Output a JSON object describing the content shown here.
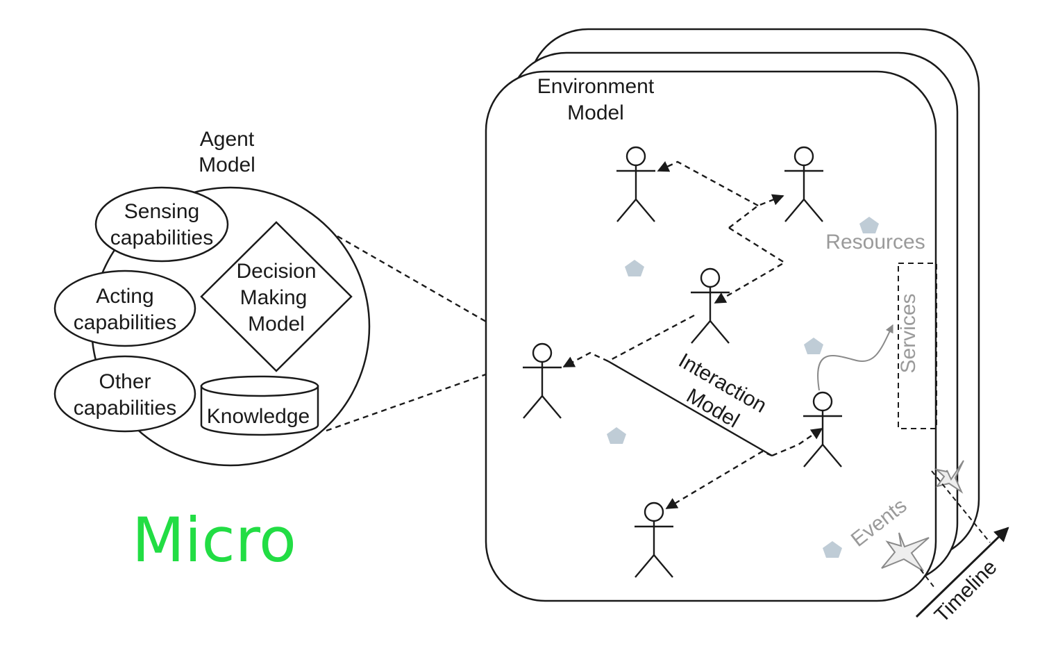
{
  "agent_model": {
    "title_line1": "Agent",
    "title_line2": "Model",
    "sensing_line1": "Sensing",
    "sensing_line2": "capabilities",
    "acting_line1": "Acting",
    "acting_line2": "capabilities",
    "other_line1": "Other",
    "other_line2": "capabilities",
    "decision_line1": "Decision",
    "decision_line2": "Making",
    "decision_line3": "Model",
    "knowledge": "Knowledge"
  },
  "environment_model": {
    "title_line1": "Environment",
    "title_line2": "Model",
    "resources": "Resources",
    "services": "Services",
    "events": "Events",
    "interaction_line1": "Interaction",
    "interaction_line2": "Model",
    "timeline": "Timeline"
  },
  "caption": "Micro",
  "colors": {
    "caption": "#22dd44",
    "resource_marker": "#bfccd6",
    "secondary_label": "#9a9a9a"
  }
}
